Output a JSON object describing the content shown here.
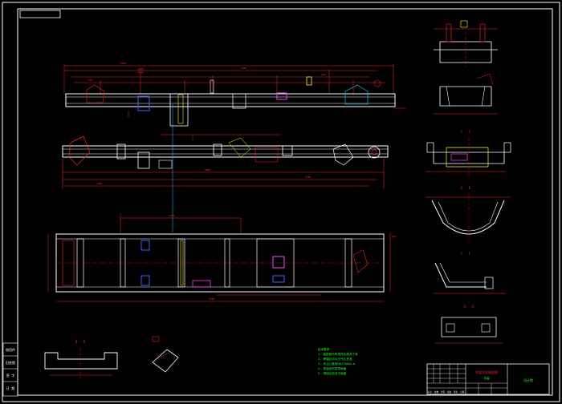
{
  "drawing": {
    "top_tab_label": "",
    "section_labels": {
      "c": "C - C",
      "e": "E - E",
      "f": "F - F",
      "g": "G - G",
      "bottom_left": "D - D"
    },
    "technical_notes": [
      "技术要求",
      "1. 装配前所有零件应清洗干净",
      "2. 焊缝应均匀无气孔夹渣",
      "3. 未注公差按GB/T1804-m",
      "4. 表面涂防锈漆两遍",
      "5. 铆接后检查平面度"
    ],
    "title_block": {
      "drawing_name": "车架总成装配图",
      "sub_label": "总装",
      "company_label": "设计院",
      "rows": [
        "标记",
        "处数",
        "分区",
        "更改",
        "签名",
        "日期"
      ]
    },
    "side_labels": [
      "借用件",
      "旧底图",
      "签 字",
      "日 期"
    ]
  },
  "colors": {
    "border": "#ffffff",
    "geometry": "#ffffff",
    "dimension": "#ff2020",
    "hidden": "#ffff00",
    "centerline": "#ff2020",
    "cyan": "#00e0ff",
    "blue": "#4060ff",
    "magenta": "#ff40ff",
    "green_text": "#20ff20",
    "yellow": "#ffff40"
  }
}
